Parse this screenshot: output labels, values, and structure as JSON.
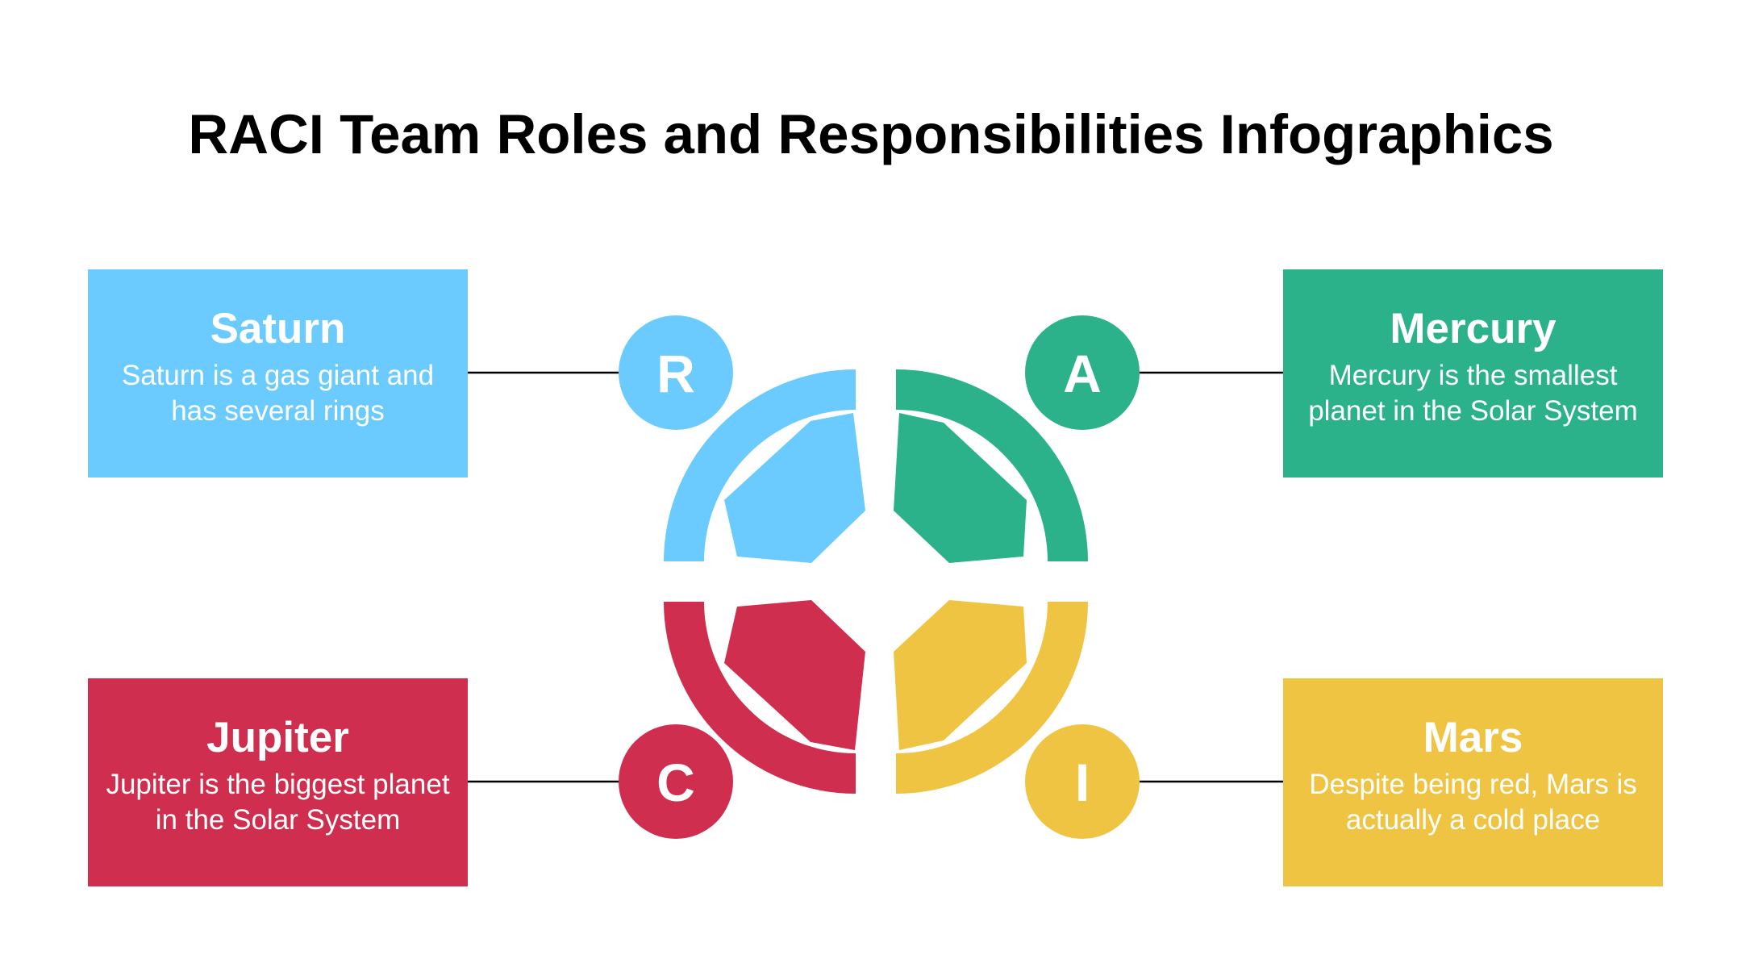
{
  "title": "RACI Team Roles and Responsibilities Infographics",
  "colors": {
    "blue": "#6BCBFE",
    "green": "#2CB28B",
    "red": "#CF2E4F",
    "yellow": "#F0C443",
    "connector": "#000000"
  },
  "roles": [
    {
      "letter": "R",
      "name": "Saturn",
      "description": "Saturn is a gas giant and has several rings",
      "color": "#6BCBFE"
    },
    {
      "letter": "A",
      "name": "Mercury",
      "description": "Mercury is the smallest planet in the Solar System",
      "color": "#2CB28B"
    },
    {
      "letter": "C",
      "name": "Jupiter",
      "description": "Jupiter is the biggest planet in the Solar System",
      "color": "#CF2E4F"
    },
    {
      "letter": "I",
      "name": "Mars",
      "description": "Despite being red, Mars is actually a cold place",
      "color": "#F0C443"
    }
  ]
}
